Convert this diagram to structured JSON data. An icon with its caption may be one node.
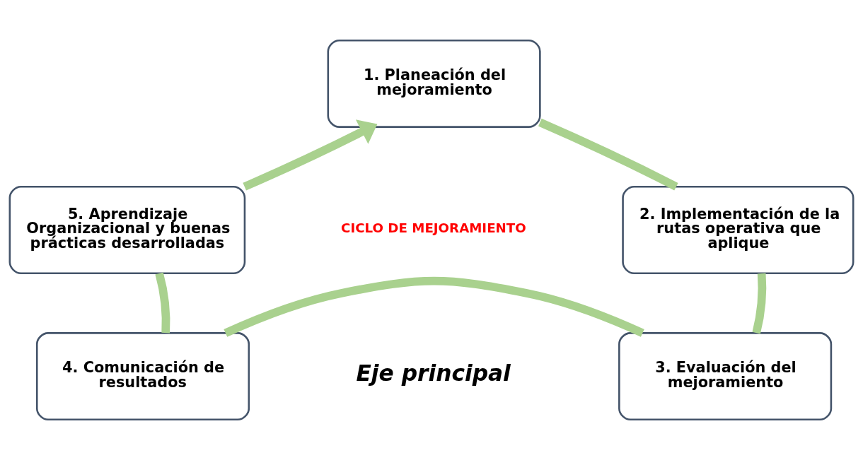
{
  "diagram": {
    "nodes": [
      {
        "text": [
          "1. Planeación del mejoramiento"
        ]
      },
      {
        "text": [
          "2. Implementación de la rutas operativa que aplique"
        ]
      },
      {
        "text": [
          "3. Evaluación del mejoramiento"
        ]
      },
      {
        "text": [
          "4. Comunicación de resultados"
        ]
      },
      {
        "text": [
          "5. Aprendizaje Organizacional y buenas prácticas desarrolladas"
        ]
      }
    ],
    "edges": [
      {
        "from": 0,
        "to": 1,
        "arrow": "none"
      },
      {
        "from": 1,
        "to": 2,
        "arrow": "none"
      },
      {
        "from": 2,
        "to": 3,
        "arrow": "none"
      },
      {
        "from": 3,
        "to": 4,
        "arrow": "none"
      },
      {
        "from": 4,
        "to": 0,
        "arrow": "to"
      }
    ],
    "labels": [
      "CICLO DE MEJORAMIENTO",
      "Eje principal"
    ]
  }
}
